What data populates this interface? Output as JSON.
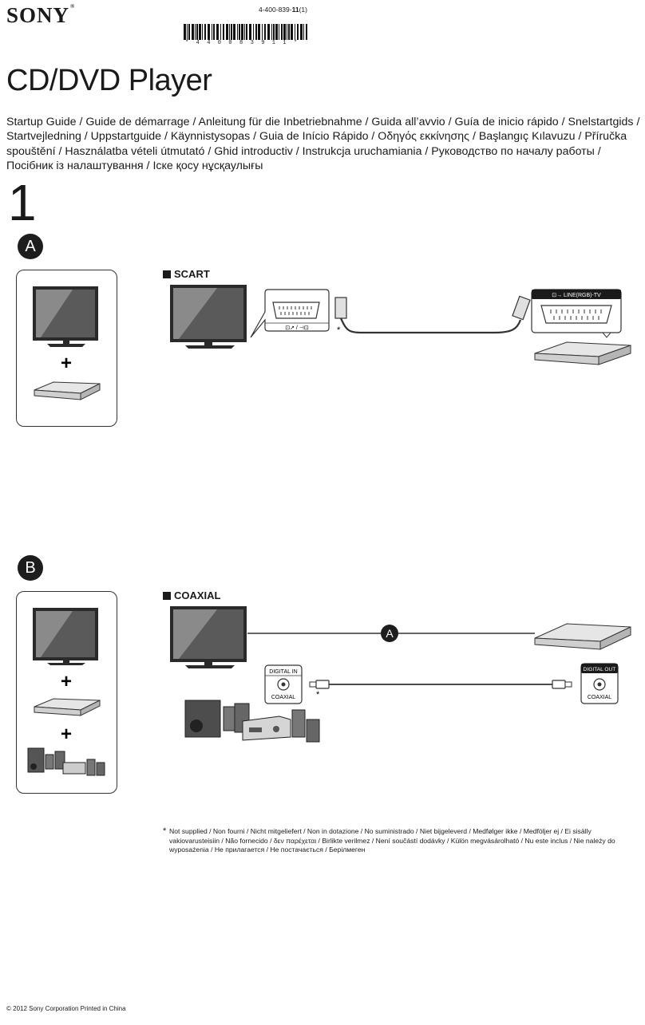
{
  "header": {
    "brand": "SONY",
    "brand_mark": "®",
    "part_number_prefix": "4-400-839-",
    "part_number_bold": "11",
    "part_number_suffix": "(1)",
    "barcode_text": "* 4 4 0 0 8 3 9 1 1 *"
  },
  "title": "CD/DVD Player",
  "subtitle": "Startup Guide / Guide de démarrage / Anleitung für die Inbetriebnahme / Guida all’avvio / Guía de inicio rápido / Snelstartgids / Startvejledning / Uppstartguide / Käynnistysopas / Guia de Início Rápido / Οδηγός εκκίνησης / Başlangıç Kılavuzu / Příručka spouštění / Használatba vételi útmutató / Ghid introductiv / Instrukcja uruchamiania / Руководство по началу работы / Посібник із налаштування / Іске қосу нұсқаулығы",
  "step_number": "1",
  "section_a": {
    "badge": "A",
    "heading": "SCART",
    "tv_port_label": "⊡↗ / ⊣⊡",
    "player_port_label": "⊡→ LINE(RGB)-TV",
    "not_supplied_mark": "*",
    "plus": "+"
  },
  "section_b": {
    "badge": "B",
    "heading": "COAXIAL",
    "route_badge": "A",
    "digital_in_label": "DIGITAL IN",
    "digital_in_sub": "COAXIAL",
    "digital_out_label": "DIGITAL OUT",
    "digital_out_sub": "COAXIAL",
    "not_supplied_mark": "*",
    "plus_1": "+",
    "plus_2": "+"
  },
  "footnote": {
    "mark": "*",
    "text": "Not supplied / Non fourni / Nicht mitgeliefert / Non in dotazione / No suministrado / Niet bijgeleverd / Medfølger ikke / Medföljer ej / Ei sisälly vakiovarusteisiin / Não fornecido / δεν παρέχεται / Birlikte verilmez / Není součástí dodávky / Külön megvásárolható / Nu este inclus / Nie należy do wyposażenia / Не прилагается / Не постачається / Берілмеген"
  },
  "copyright": "© 2012 Sony Corporation Printed in China",
  "colors": {
    "ink": "#1a1a1a",
    "screen_dark": "#3a3a3a",
    "screen_light": "#bfbfbf",
    "device_gray": "#d4d4d4"
  }
}
